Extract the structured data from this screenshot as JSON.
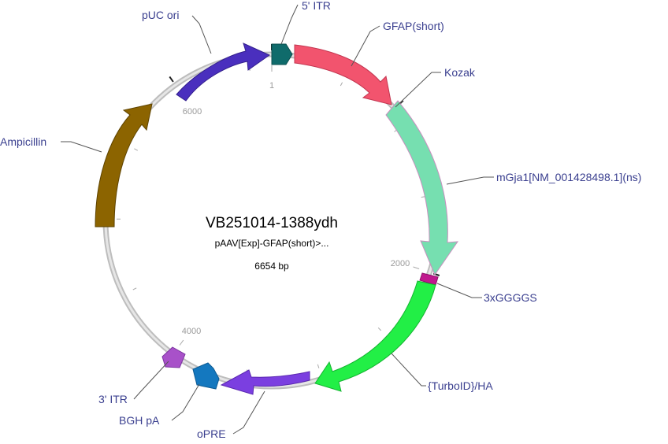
{
  "plasmid": {
    "name": "VB251014-1388ydh",
    "description": "pAAV[Exp]-GFAP(short)>...",
    "size_label": "6654 bp",
    "length_bp": 6654
  },
  "ticks": {
    "labels": [
      {
        "text": "1",
        "bp": 1
      },
      {
        "text": "2000",
        "bp": 2000
      },
      {
        "text": "4000",
        "bp": 4000
      },
      {
        "text": "6000",
        "bp": 6000
      }
    ]
  },
  "features": [
    {
      "name": "5' ITR",
      "color": "#0f6b6b"
    },
    {
      "name": "GFAP(short)",
      "color": "#f2546e"
    },
    {
      "name": "Kozak",
      "color": "#3a3a3a"
    },
    {
      "name": "mGja1[NM_001428498.1](ns)",
      "color": "#76dfb0"
    },
    {
      "name": "3xGGGGS",
      "color": "#c0198e"
    },
    {
      "name": "{TurboID}/HA",
      "color": "#22ef46"
    },
    {
      "name": "oPRE",
      "color": "#7b3fe0"
    },
    {
      "name": "BGH pA",
      "color": "#1478bf"
    },
    {
      "name": "3' ITR",
      "color": "#a851c9"
    },
    {
      "name": "Ampicillin",
      "color": "#8c6400"
    },
    {
      "name": "pUC ori",
      "color": "#4a2fbe"
    }
  ]
}
